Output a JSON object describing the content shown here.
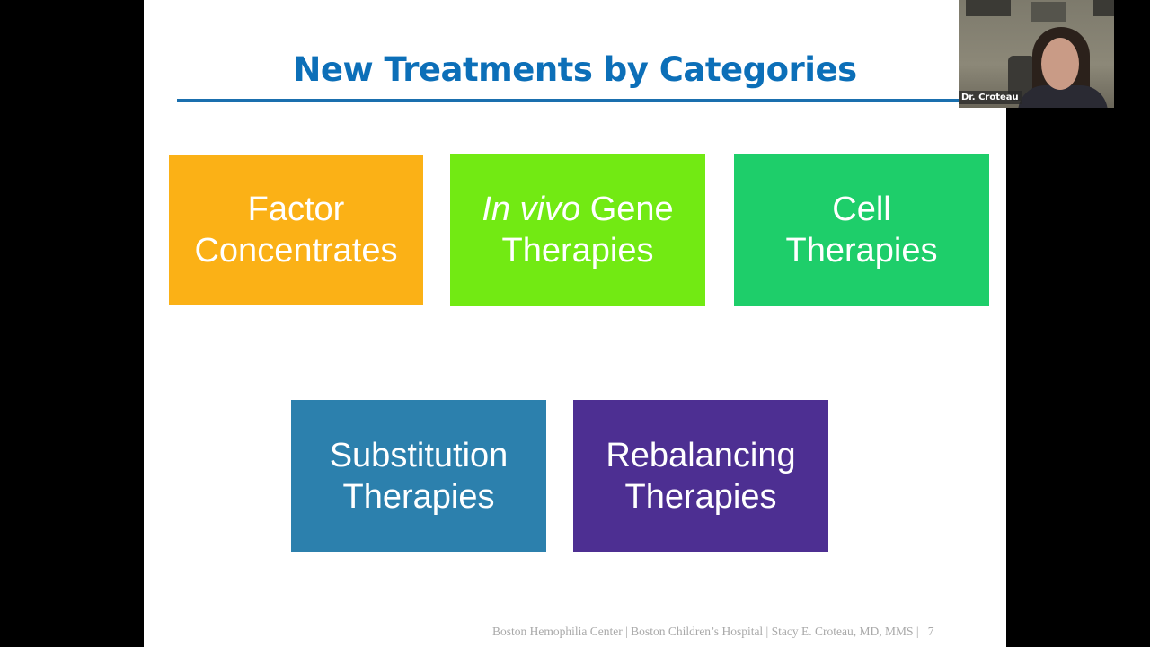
{
  "slide": {
    "title": "New Treatments by Categories",
    "boxes": [
      {
        "line1": "Factor",
        "line2": "Concentrates",
        "color": "#fbb116"
      },
      {
        "line1_italic": "In vivo",
        "line1_rest": " Gene",
        "line2": "Therapies",
        "color": "#72ea13"
      },
      {
        "line1": "Cell",
        "line2": "Therapies",
        "color": "#1ece6a"
      },
      {
        "line1": "Substitution",
        "line2": "Therapies",
        "color": "#2c80ad"
      },
      {
        "line1": "Rebalancing",
        "line2": "Therapies",
        "color": "#4d2f92"
      }
    ],
    "footer": "Boston Hemophilia Center | Boston Children’s Hospital | Stacy E. Croteau, MD, MMS |",
    "page_number": "7"
  },
  "video": {
    "participant_name": "Dr. Croteau"
  }
}
